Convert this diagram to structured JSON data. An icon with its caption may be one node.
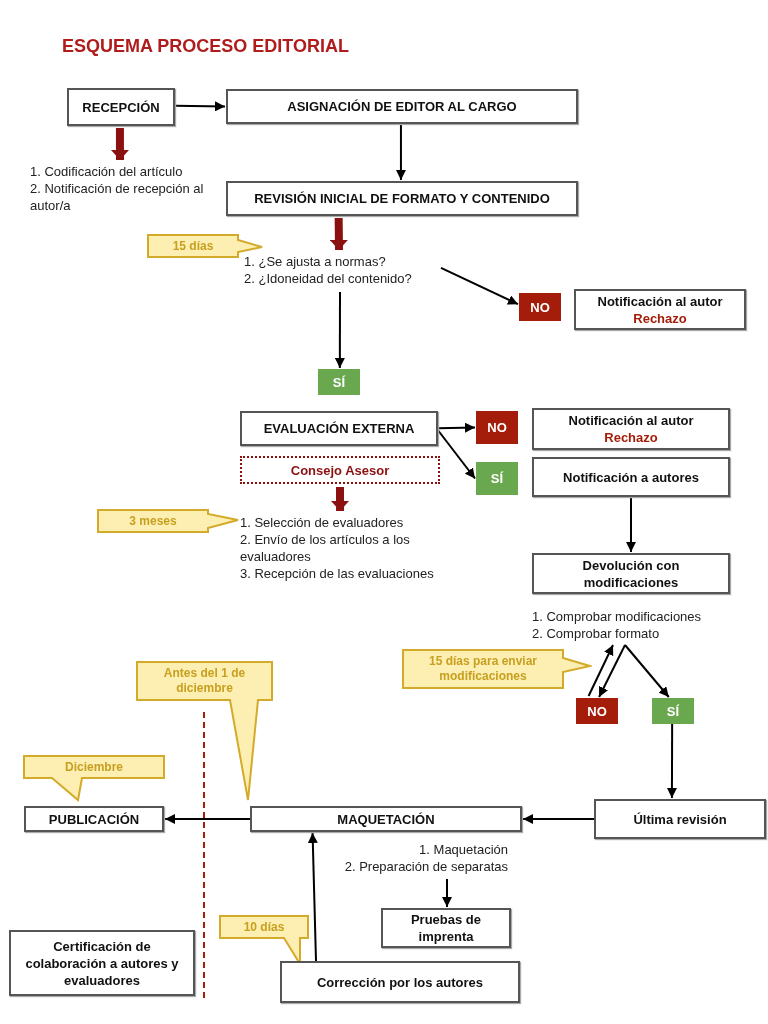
{
  "diagram": {
    "title": "ESQUEMA PROCESO EDITORIAL",
    "nodes": [
      {
        "text": [
          "RECEPCIÓN"
        ]
      },
      {
        "text": [
          "ASIGNACIÓN DE EDITOR AL CARGO"
        ]
      },
      {
        "text": [
          "1. Codificación del artículo",
          "2. Notificación de recepción al autor/a"
        ]
      },
      {
        "text": [
          "REVISIÓN INICIAL DE FORMATO Y CONTENIDO"
        ]
      },
      {
        "text": [
          "15 días"
        ]
      },
      {
        "text": [
          "1. ¿Se ajusta a normas?",
          "2. ¿Idoneidad del contenido?"
        ]
      },
      {
        "text": [
          "NO"
        ]
      },
      {
        "text": [
          "Notificación al autor",
          "Rechazo"
        ]
      },
      {
        "text": [
          "SÍ"
        ]
      },
      {
        "text": [
          "EVALUACIÓN EXTERNA"
        ]
      },
      {
        "text": [
          "NO"
        ]
      },
      {
        "text": [
          "Notificación al autor",
          "Rechazo"
        ]
      },
      {
        "text": [
          "Consejo Asesor"
        ]
      },
      {
        "text": [
          "SÍ"
        ]
      },
      {
        "text": [
          "Notificación a autores"
        ]
      },
      {
        "text": [
          "3 meses"
        ]
      },
      {
        "text": [
          "1. Selección de evaluadores",
          "2. Envío de los artículos a los evaluadores",
          "3. Recepción de las evaluaciones"
        ]
      },
      {
        "text": [
          "Devolución con modificaciones"
        ]
      },
      {
        "text": [
          "1. Comprobar modificaciones",
          "2. Comprobar formato"
        ]
      },
      {
        "text": [
          "15 días para enviar modificaciones"
        ]
      },
      {
        "text": [
          "NO"
        ]
      },
      {
        "text": [
          "SÍ"
        ]
      },
      {
        "text": [
          "Antes del 1 de diciembre"
        ]
      },
      {
        "text": [
          "Diciembre"
        ]
      },
      {
        "text": [
          "PUBLICACIÓN"
        ]
      },
      {
        "text": [
          "MAQUETACIÓN"
        ]
      },
      {
        "text": [
          "Última revisión"
        ]
      },
      {
        "text": [
          "1. Maquetación",
          "2. Preparación de separatas"
        ]
      },
      {
        "text": [
          "Pruebas de imprenta"
        ]
      },
      {
        "text": [
          "10 días"
        ]
      },
      {
        "text": [
          "Certificación de colaboración a autores y evaluadores"
        ]
      },
      {
        "text": [
          "Corrección por los autores"
        ]
      }
    ],
    "edges": [
      {
        "from": 0,
        "to": 1,
        "arrow": "to"
      },
      {
        "from": 0,
        "to": 2,
        "arrow": "to",
        "style": "thick",
        "color": "#8b1010"
      },
      {
        "from": 1,
        "to": 3,
        "arrow": "to"
      },
      {
        "from": 3,
        "to": 5,
        "arrow": "to",
        "style": "thick",
        "color": "#8b1010"
      },
      {
        "from": 5,
        "to": 6,
        "arrow": "to"
      },
      {
        "from": 5,
        "to": 8,
        "arrow": "to"
      },
      {
        "from": 9,
        "to": 10,
        "arrow": "to"
      },
      {
        "from": 9,
        "to": 13,
        "arrow": "to"
      },
      {
        "from": 12,
        "to": 16,
        "arrow": "to",
        "style": "thick",
        "color": "#8b1010"
      },
      {
        "from": 14,
        "to": 17,
        "arrow": "to"
      },
      {
        "from": 20,
        "to": 18,
        "arrow": "to"
      },
      {
        "from": 18,
        "to": 20,
        "arrow": "to"
      },
      {
        "from": 18,
        "to": 21,
        "arrow": "to"
      },
      {
        "from": 21,
        "to": 26,
        "arrow": "to"
      },
      {
        "from": 26,
        "to": 25,
        "arrow": "to"
      },
      {
        "from": 25,
        "to": 24,
        "arrow": "to"
      },
      {
        "from": 27,
        "to": 28,
        "arrow": "to"
      },
      {
        "from": 31,
        "to": 25,
        "arrow": "to"
      }
    ]
  }
}
